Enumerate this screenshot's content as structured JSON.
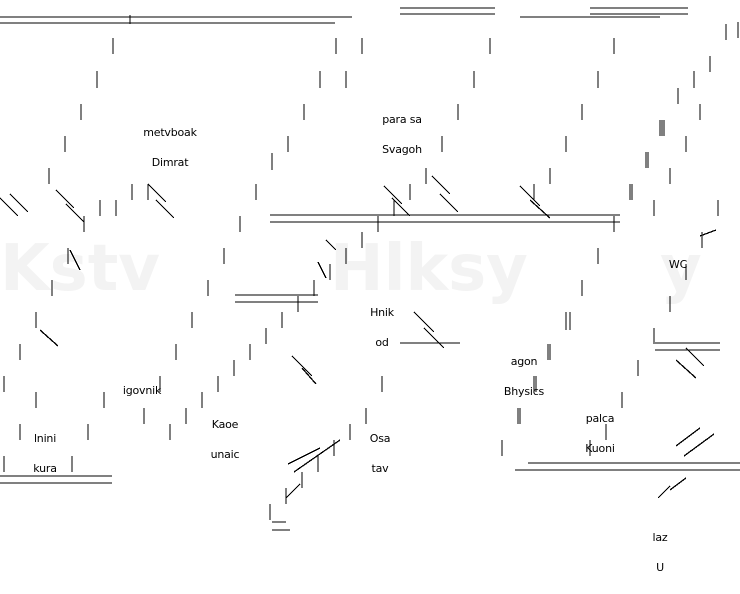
{
  "diagram": {
    "background": "#ffffff",
    "stroke_color": "#000000",
    "labels": [
      {
        "id": "top-left",
        "lines": [
          "",
          ""
        ]
      },
      {
        "id": "upper-left-center",
        "lines": [
          "metvboak",
          "Dimrat"
        ]
      },
      {
        "id": "upper-center",
        "lines": [
          "para sa",
          "Svagoh"
        ]
      },
      {
        "id": "upper-right",
        "lines": [
          "",
          ""
        ]
      },
      {
        "id": "right-mid",
        "lines": [
          "WC",
          ""
        ]
      },
      {
        "id": "center",
        "lines": [
          "Hnik",
          "od"
        ]
      },
      {
        "id": "left-mid",
        "lines": [
          "",
          "igovnik"
        ]
      },
      {
        "id": "center-right",
        "lines": [
          "agon",
          "Bhysics"
        ]
      },
      {
        "id": "lower-left",
        "lines": [
          "lnini",
          "kura"
        ]
      },
      {
        "id": "lower-left-center",
        "lines": [
          "Kaoe",
          "unaic"
        ]
      },
      {
        "id": "lower-center",
        "lines": [
          "Osa",
          "tav"
        ]
      },
      {
        "id": "lower-right",
        "lines": [
          "palca",
          "Kuoni"
        ]
      },
      {
        "id": "bottom-right",
        "lines": [
          "laz",
          "U"
        ]
      }
    ]
  }
}
